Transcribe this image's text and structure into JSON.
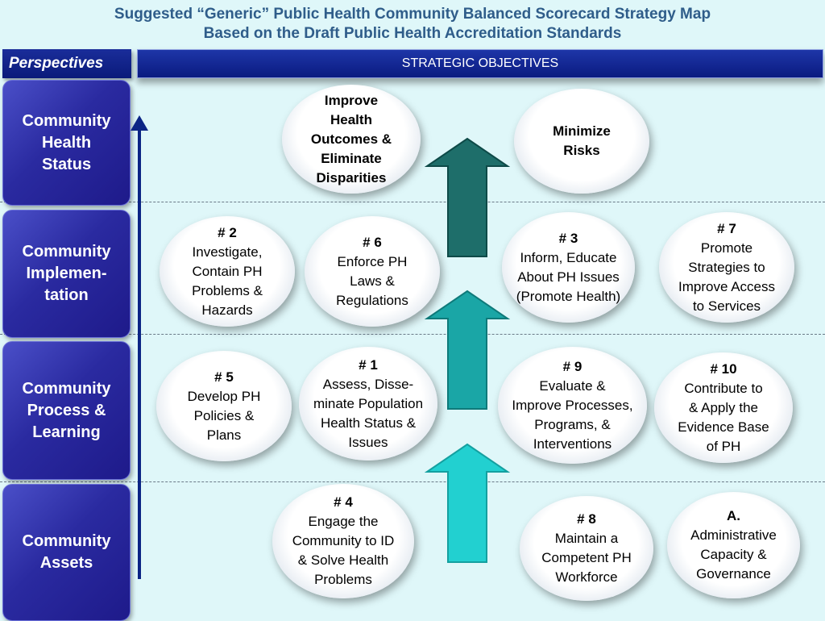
{
  "title": {
    "line1": "Suggested “Generic” Public Health Community Balanced Scorecard Strategy Map",
    "line2": "Based on the Draft Public Health Accreditation Standards"
  },
  "headers": {
    "perspectives": "Perspectives",
    "objectives": "STRATEGIC OBJECTIVES"
  },
  "perspectives": [
    {
      "label": "Community\nHealth\nStatus"
    },
    {
      "label": "Community\nImplemen-\ntation"
    },
    {
      "label": "Community\nProcess &\nLearning"
    },
    {
      "label": "Community\nAssets"
    }
  ],
  "objectives": {
    "improve_health": {
      "num": "",
      "text": "Improve\nHealth\nOutcomes &\nEliminate\nDisparities"
    },
    "minimize_risks": {
      "num": "",
      "text": "Minimize\nRisks"
    },
    "obj2": {
      "num": "# 2",
      "text": "Investigate,\nContain PH\nProblems &\nHazards"
    },
    "obj6": {
      "num": "# 6",
      "text": "Enforce PH\nLaws &\nRegulations"
    },
    "obj3": {
      "num": "# 3",
      "text": "Inform, Educate\nAbout PH Issues\n(Promote Health)"
    },
    "obj7": {
      "num": "# 7",
      "text": "Promote\nStrategies to\nImprove Access\nto Services"
    },
    "obj5": {
      "num": "# 5",
      "text": "Develop PH\nPolicies &\nPlans"
    },
    "obj1": {
      "num": "# 1",
      "text": "Assess, Disse-\nminate Population\nHealth Status &\nIssues"
    },
    "obj9": {
      "num": "# 9",
      "text": "Evaluate &\nImprove Processes,\nPrograms, &\nInterventions"
    },
    "obj10": {
      "num": "# 10",
      "text": "Contribute to\n& Apply the\nEvidence Base\nof PH"
    },
    "obj4": {
      "num": "# 4",
      "text": "Engage the\nCommunity to ID\n& Solve Health\nProblems"
    },
    "obj8": {
      "num": "# 8",
      "text": "Maintain a\nCompetent PH\nWorkforce"
    },
    "objA": {
      "num": "A.",
      "text": "Administrative\nCapacity &\nGovernance"
    }
  },
  "colors": {
    "background": "#dff7f9",
    "title": "#2f5d8a",
    "header_blue": "#0a1a80",
    "arrow_dark": "#1e6e6a",
    "arrow_mid": "#1aa6a6",
    "arrow_light": "#22d0d0"
  }
}
